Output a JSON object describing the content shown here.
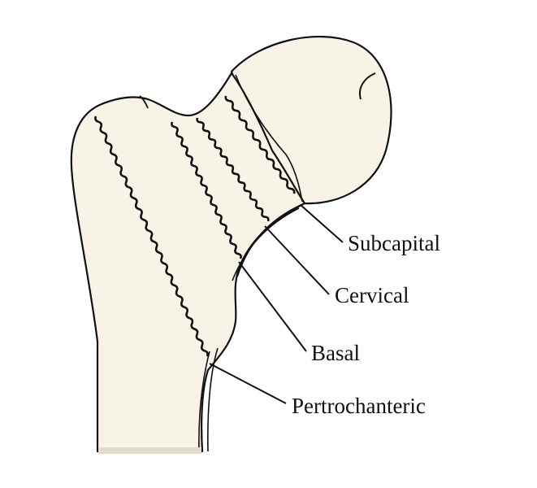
{
  "labels": {
    "subcapital": "Subcapital",
    "cervical": "Cervical",
    "basal": "Basal",
    "pertrochanteric": "Pertrochanteric"
  },
  "colors": {
    "bone_fill": "#f7f3e6",
    "outline": "#111111",
    "shadow": "#e2dccb"
  }
}
